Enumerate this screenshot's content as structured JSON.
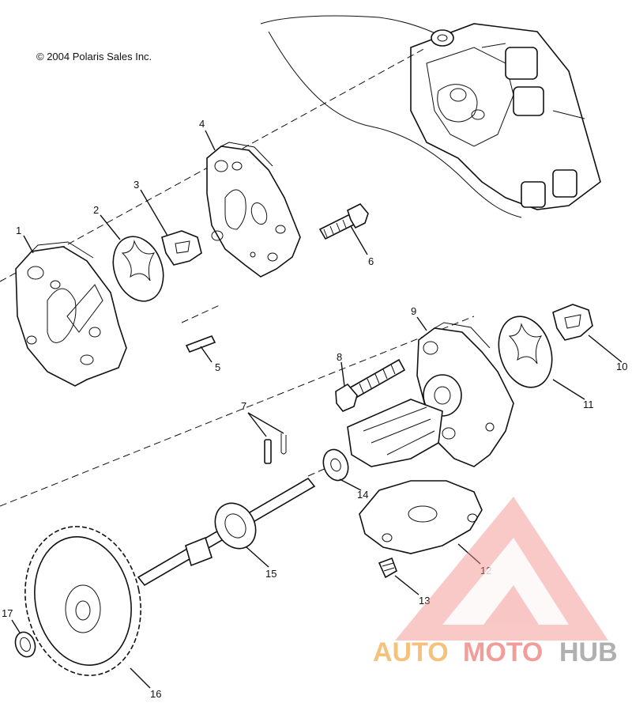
{
  "copyright": "© 2004 Polaris Sales Inc.",
  "callouts": [
    "1",
    "2",
    "3",
    "4",
    "5",
    "6",
    "7",
    "8",
    "9",
    "10",
    "11",
    "12",
    "13",
    "14",
    "15",
    "16",
    "17"
  ],
  "watermark": {
    "word1": "AUTO",
    "word2": "MOTO",
    "word3": "HUB",
    "colors": {
      "auto": "#f3b866",
      "moto": "#ef8e8a",
      "hub": "#a3a3a3",
      "logo": "#f08a86"
    }
  }
}
